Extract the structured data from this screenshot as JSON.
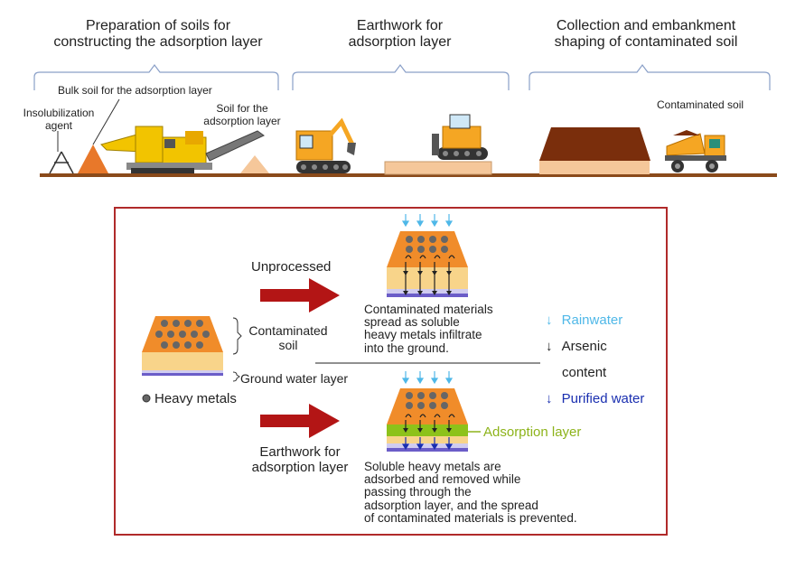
{
  "stages": {
    "preparation": "Preparation of soils for\nconstructing the adsorption layer",
    "earthwork": "Earthwork for\nadsorption layer",
    "collection": "Collection and embankment\nshaping of contaminated soil"
  },
  "top_labels": {
    "bulk_soil": "Bulk soil for the adsorption layer",
    "insolubilization_agent": "Insolubilization\nagent",
    "soil_for_layer": "Soil for the\nadsorption layer",
    "contaminated_soil": "Contaminated soil"
  },
  "panel": {
    "unprocessed": "Unprocessed",
    "earthwork_label": "Earthwork for\nadsorption layer",
    "contaminated_soil": "Contaminated\nsoil",
    "ground_water_layer": "Ground water layer",
    "heavy_metals": "Heavy metals",
    "unprocessed_desc": "Contaminated materials\nspread as soluble\nheavy metals infiltrate\ninto the ground.",
    "processed_desc": "Soluble heavy metals are\nadsorbed and removed while\npassing through the\nadsorption layer, and the spread\nof contaminated materials is prevented.",
    "adsorption_layer": "Adsorption layer"
  },
  "legend": {
    "rainwater": "Rainwater",
    "arsenic_line1": "Arsenic",
    "arsenic_line2": "content",
    "purified_water": "Purified water",
    "arrow_glyph": "↓"
  },
  "colors": {
    "frame": "#b02a2a",
    "rainwater": "#4fb8e8",
    "arsenic": "#222222",
    "purified": "#1a2fb0",
    "adsorption": "#8db31a",
    "soil_orange": "#f08c2a",
    "machine_yellow": "#f2c400",
    "brown_mound": "#7a2e0c",
    "ground_line": "#8a4a1a"
  }
}
